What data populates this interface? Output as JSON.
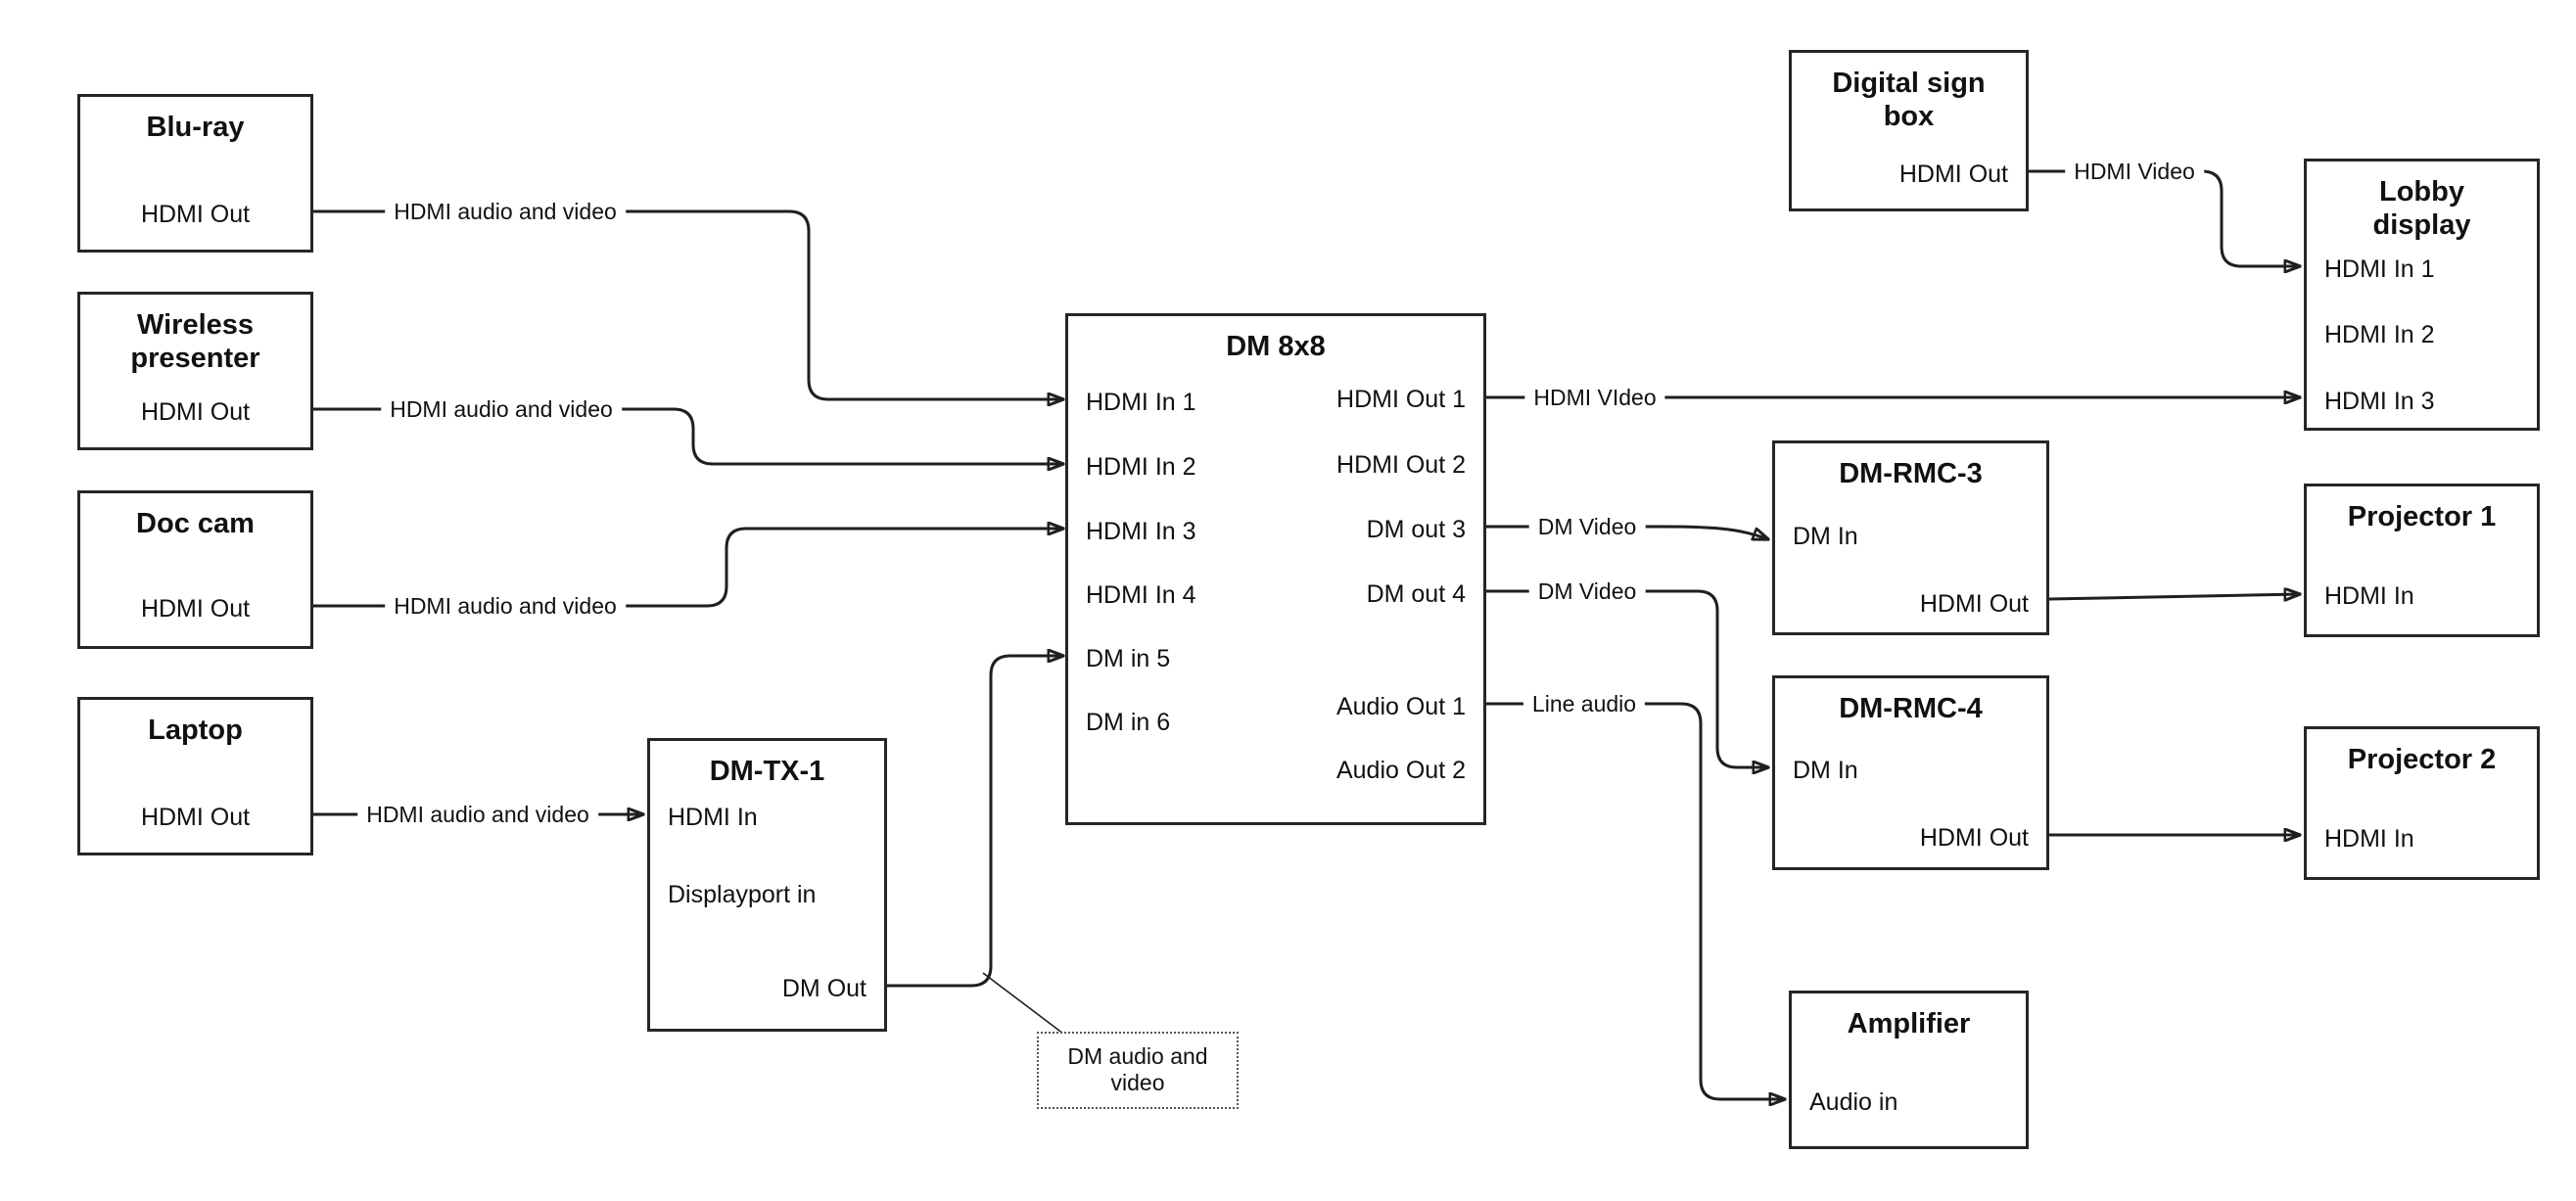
{
  "nodes": {
    "bluray": {
      "title": "Blu-ray",
      "ports": {
        "hdmi_out": "HDMI Out"
      }
    },
    "wireless_presenter": {
      "title": "Wireless presenter",
      "ports": {
        "hdmi_out": "HDMI Out"
      }
    },
    "doc_cam": {
      "title": "Doc cam",
      "ports": {
        "hdmi_out": "HDMI Out"
      }
    },
    "laptop": {
      "title": "Laptop",
      "ports": {
        "hdmi_out": "HDMI Out"
      }
    },
    "dm_tx_1": {
      "title": "DM-TX-1",
      "ports": {
        "hdmi_in": "HDMI In",
        "displayport_in": "Displayport in",
        "dm_out": "DM Out"
      }
    },
    "dm_8x8": {
      "title": "DM 8x8",
      "ports": {
        "hdmi_in_1": "HDMI In 1",
        "hdmi_in_2": "HDMI In 2",
        "hdmi_in_3": "HDMI In 3",
        "hdmi_in_4": "HDMI In 4",
        "dm_in_5": "DM in 5",
        "dm_in_6": "DM in 6",
        "hdmi_out_1": "HDMI Out 1",
        "hdmi_out_2": "HDMI Out 2",
        "dm_out_3": "DM out 3",
        "dm_out_4": "DM out 4",
        "audio_out_1": "Audio Out 1",
        "audio_out_2": "Audio Out 2"
      }
    },
    "digital_sign_box": {
      "title": "Digital sign box",
      "ports": {
        "hdmi_out": "HDMI Out"
      }
    },
    "lobby_display": {
      "title": "Lobby display",
      "ports": {
        "hdmi_in_1": "HDMI In 1",
        "hdmi_in_2": "HDMI In 2",
        "hdmi_in_3": "HDMI In 3"
      }
    },
    "dm_rmc_3": {
      "title": "DM-RMC-3",
      "ports": {
        "dm_in": "DM In",
        "hdmi_out": "HDMI Out"
      }
    },
    "projector_1": {
      "title": "Projector 1",
      "ports": {
        "hdmi_in": "HDMI In"
      }
    },
    "dm_rmc_4": {
      "title": "DM-RMC-4",
      "ports": {
        "dm_in": "DM In",
        "hdmi_out": "HDMI Out"
      }
    },
    "projector_2": {
      "title": "Projector 2",
      "ports": {
        "hdmi_in": "HDMI In"
      }
    },
    "amplifier": {
      "title": "Amplifier",
      "ports": {
        "audio_in": "Audio in"
      }
    }
  },
  "edge_labels": {
    "bluray_to_dm8x8": "HDMI audio and video",
    "wireless_to_dm8x8": "HDMI audio and video",
    "doccam_to_dm8x8": "HDMI audio and video",
    "laptop_to_dmtx1": "HDMI audio and video",
    "dm8x8_to_lobby": "HDMI VIdeo",
    "sign_to_lobby": "HDMI Video",
    "dmout3_to_rmc3": "DM Video",
    "dmout4_to_rmc4": "DM Video",
    "audioout1_to_amp": "Line audio",
    "dm_note": "DM audio and video"
  },
  "colors": {
    "line": "#1f1f1f",
    "border": "#262626",
    "background": "#ffffff"
  }
}
